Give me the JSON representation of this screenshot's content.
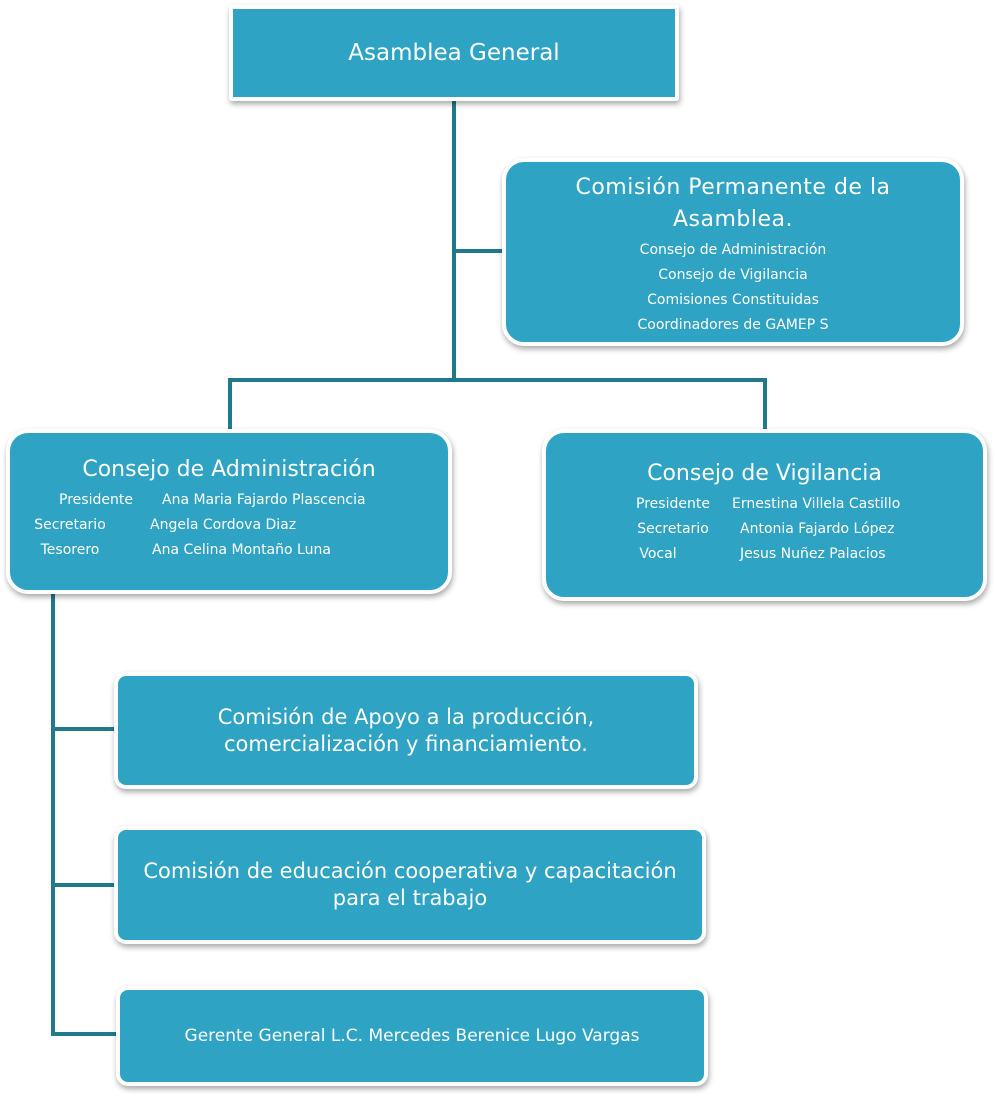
{
  "asamblea": {
    "title": "Asamblea General"
  },
  "comision_permanente": {
    "title_line1": "Comisión Permanente de la",
    "title_line2": "Asamblea.",
    "members": [
      "Consejo de Administración",
      "Consejo de Vigilancia",
      "Comisiones Constituidas",
      "Coordinadores de GAMEP S"
    ]
  },
  "consejo_administracion": {
    "title": "Consejo de Administración",
    "members": [
      {
        "role": "Presidente",
        "name": "Ana Maria Fajardo Plascencia"
      },
      {
        "role": "Secretario",
        "name": "Angela Cordova Diaz"
      },
      {
        "role": "Tesorero",
        "name": "Ana Celina Montaño Luna"
      }
    ]
  },
  "consejo_vigilancia": {
    "title": "Consejo de Vigilancia",
    "members": [
      {
        "role": "Presidente",
        "name": "Ernestina Villela Castillo"
      },
      {
        "role": "Secretario",
        "name": "Antonia Fajardo López"
      },
      {
        "role": "Vocal",
        "name": "Jesus Nuñez Palacios"
      }
    ]
  },
  "comisiones": {
    "apoyo_line1": "Comisión de Apoyo a la producción,",
    "apoyo_line2": "comercialización y financiamiento.",
    "educacion_line1": "Comisión de educación cooperativa y capacitación",
    "educacion_line2": "para el trabajo",
    "gerente": "Gerente General L.C. Mercedes Berenice Lugo Vargas"
  },
  "colors": {
    "box_fill": "#2ea3c4",
    "connector": "#21798c",
    "box_border": "#ffffff"
  }
}
